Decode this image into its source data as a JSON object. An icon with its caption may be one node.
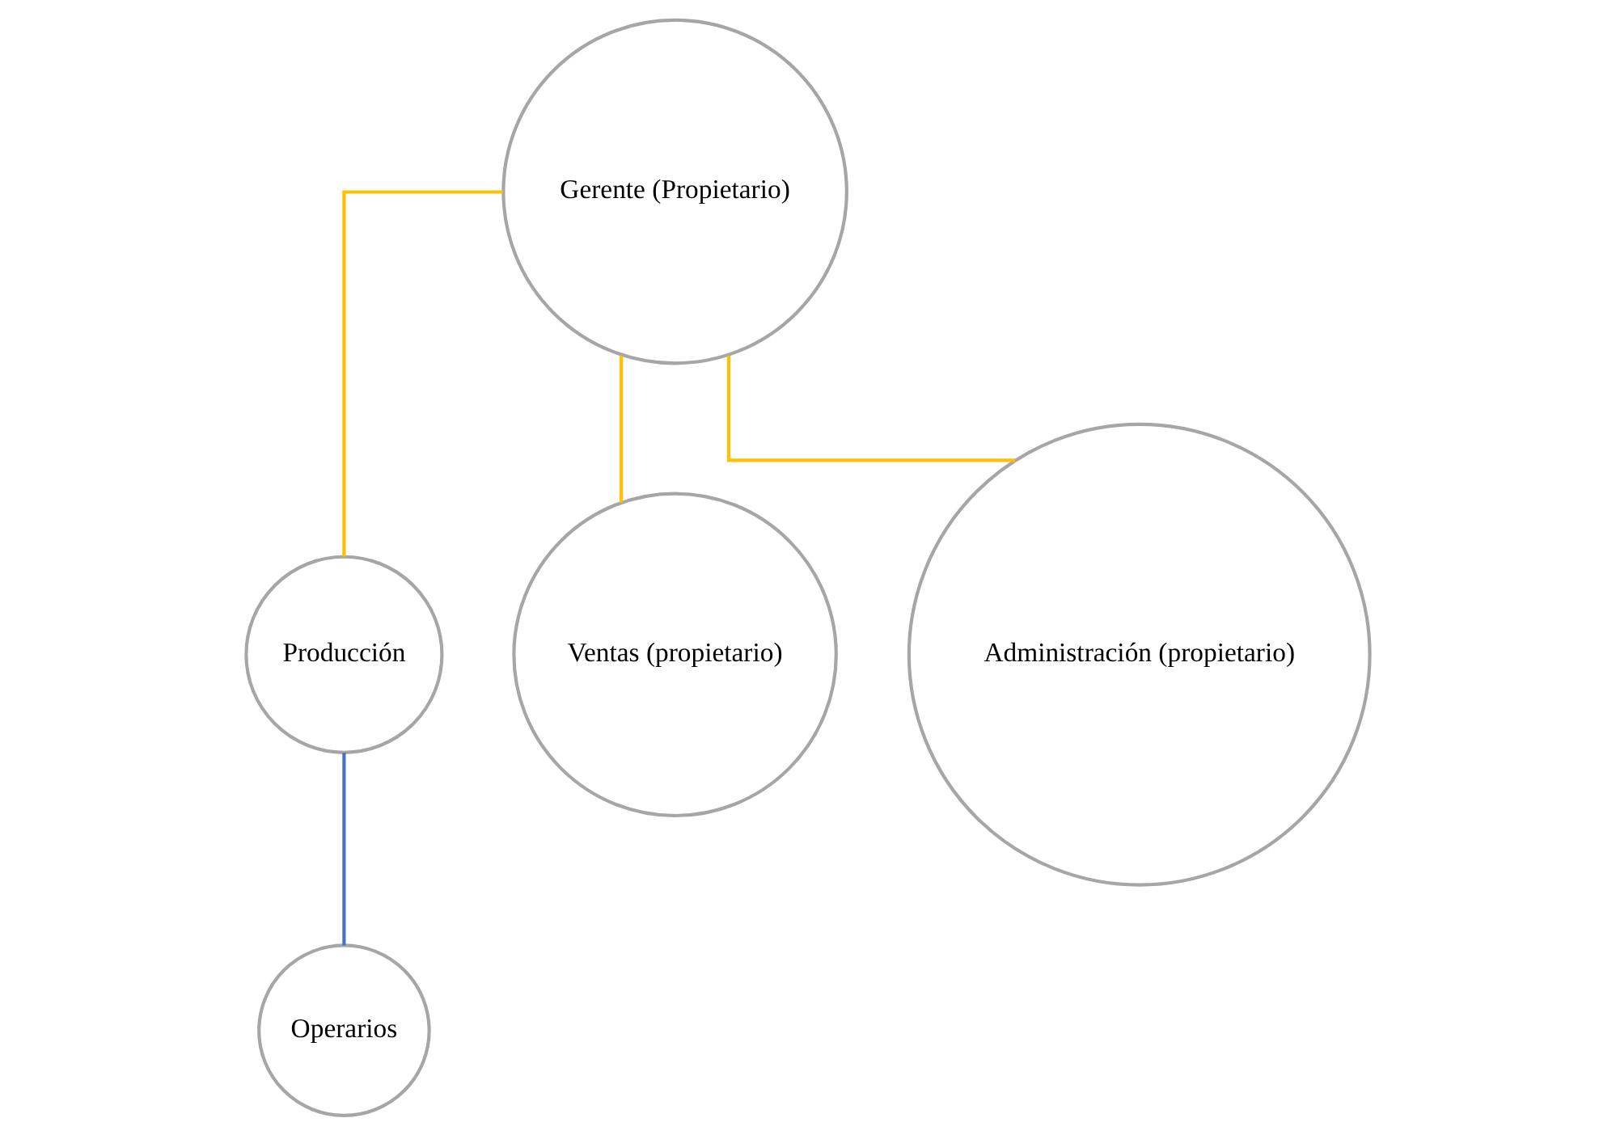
{
  "diagram": {
    "nodes": [
      {
        "text": [
          "Gerente (Propietario)"
        ]
      },
      {
        "text": [
          "Producción"
        ]
      },
      {
        "text": [
          "Ventas (propietario)"
        ]
      },
      {
        "text": [
          "Administración (propietario)"
        ]
      },
      {
        "text": [
          "Operarios"
        ]
      }
    ],
    "edges": [
      {
        "from": 0,
        "to": 1,
        "arrow": "none"
      },
      {
        "from": 0,
        "to": 2,
        "arrow": "none"
      },
      {
        "from": 0,
        "to": 3,
        "arrow": "none"
      },
      {
        "from": 1,
        "to": 4,
        "arrow": "none",
        "color": "#4472c4"
      }
    ]
  }
}
